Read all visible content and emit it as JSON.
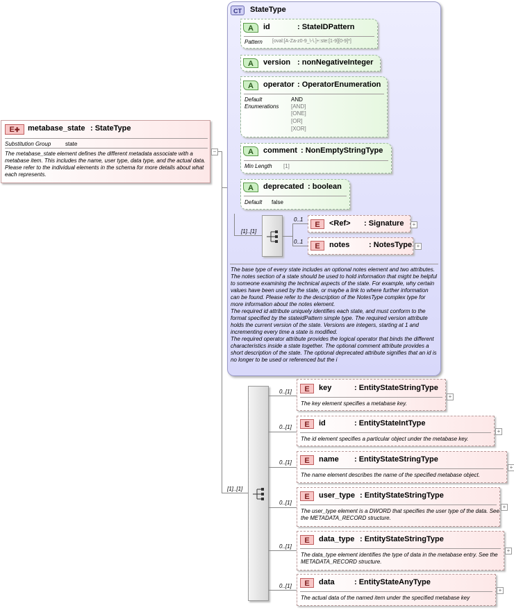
{
  "root": {
    "badge": "E",
    "name": "metabase_state",
    "type": ": StateType",
    "sub_label": "Substitution Group",
    "sub_value": "state",
    "doc": "The metabase_state element defines the different metadata associate with a metabase item. This includes the name, user type, data type, and the actual data. Please refer to the individual elements in the schema for more details about what each represents."
  },
  "complex_type": {
    "badge": "CT",
    "name": "StateType",
    "attributes": [
      {
        "badge": "A",
        "name": "id",
        "type": ": StateIDPattern",
        "props": [
          {
            "label": "Pattern",
            "values": [
              "[oval:[A-Za-z0-9_\\-\\.]+:ste:[1-9][0-9]*]"
            ]
          }
        ]
      },
      {
        "badge": "A",
        "name": "version",
        "type": ": nonNegativeInteger",
        "props": []
      },
      {
        "badge": "A",
        "name": "operator",
        "type": ": OperatorEnumeration",
        "props": [
          {
            "label": "Default",
            "values": [
              "AND"
            ]
          },
          {
            "label": "Enumerations",
            "values": [
              "[AND]",
              "[ONE]",
              "[OR]",
              "[XOR]"
            ]
          }
        ]
      },
      {
        "badge": "A",
        "name": "comment",
        "type": ": NonEmptyStringType",
        "props": [
          {
            "label": "Min Length",
            "values": [
              "[1]"
            ]
          }
        ]
      },
      {
        "badge": "A",
        "name": "deprecated",
        "type": ": boolean",
        "props": [
          {
            "label": "Default",
            "values": [
              "false"
            ]
          }
        ]
      }
    ],
    "sequence_occurrence": "[1]..[1]",
    "children": [
      {
        "badge": "E",
        "name": "<Ref>",
        "type": ": Signature",
        "occurrence": "0..1"
      },
      {
        "badge": "E",
        "name": "notes",
        "type": ": NotesType",
        "occurrence": "0..1"
      }
    ],
    "doc": "The base type of every state includes an optional notes element and two attributes. The notes section of a state should be used to hold information that might be helpful to someone examining the technical aspects of the state. For example, why certain values have been used by the state, or maybe a link to where further information can be found. Please refer to the description of the NotesType complex type for more information about the notes element.\nThe required id attribute uniquely identifies each state, and must conform to the format specified by the stateidPattern simple type. The required version attribute holds the current version of the state. Versions are integers, starting at 1 and incrementing every time a state is modified.\nThe required operator attribute provides the logical operator that binds the different characteristics inside a state together. The optional comment attribute provides a short description of the state. The optional deprecated attribute signifies that an id is no longer to be used or referenced but the i"
  },
  "sequence": {
    "occurrence": "[1]..[1]",
    "elements": [
      {
        "badge": "E",
        "name": "key",
        "type": ": EntityStateStringType",
        "occurrence": "0..[1]",
        "doc": "The key element specifies a metabase key."
      },
      {
        "badge": "E",
        "name": "id",
        "type": ": EntityStateIntType",
        "occurrence": "0..[1]",
        "doc": "The id element specifies a particular object under the metabase key."
      },
      {
        "badge": "E",
        "name": "name",
        "type": ": EntityStateStringType",
        "occurrence": "0..[1]",
        "doc": "The name element describes the name of the specified metabase object."
      },
      {
        "badge": "E",
        "name": "user_type",
        "type": ": EntityStateStringType",
        "occurrence": "0..[1]",
        "doc": "The user_type element is a DWORD that specifies the user type of the data. See the METADATA_RECORD structure."
      },
      {
        "badge": "E",
        "name": "data_type",
        "type": ": EntityStateStringType",
        "occurrence": "0..[1]",
        "doc": "The data_type element identifies the type of data in the metabase entry. See the METADATA_RECORD structure."
      },
      {
        "badge": "E",
        "name": "data",
        "type": ": EntityStateAnyType",
        "occurrence": "0..[1]",
        "doc": "The actual data of the named item under the specified metabase key"
      }
    ]
  }
}
